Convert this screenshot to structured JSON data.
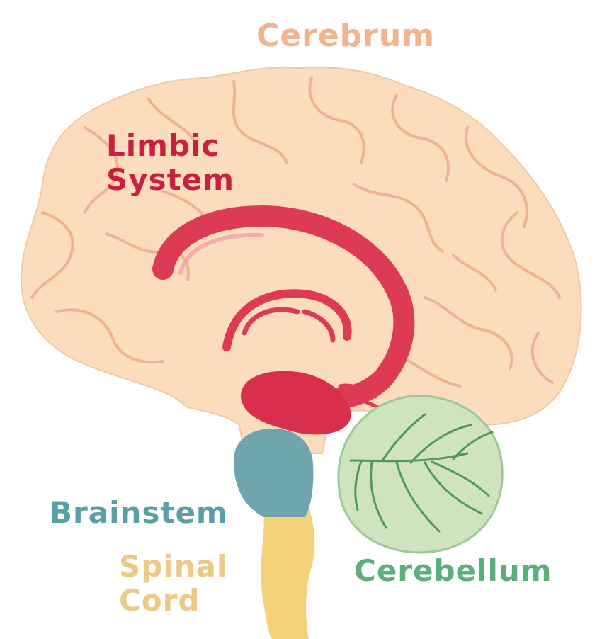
{
  "labels": {
    "cerebrum": {
      "text": "Cerebrum",
      "color": "#f2b48c"
    },
    "limbic": {
      "line1": "Limbic",
      "line2": "System",
      "color": "#c8203f"
    },
    "brainstem": {
      "text": "Brainstem",
      "color": "#5a9ea6"
    },
    "spinal": {
      "line1": "Spinal",
      "line2": "Cord",
      "color": "#ecc987"
    },
    "cerebellum": {
      "text": "Cerebellum",
      "color": "#5cae7a"
    }
  },
  "colors": {
    "cerebrum_fill": "#fbdcbc",
    "cerebrum_fold": "#e9a981",
    "limbic_fill": "#dd3b55",
    "brainstem_fill": "#6fa6ad",
    "spinal_fill": "#f3d27a",
    "cerebellum_fill": "#cfe3bf",
    "cerebellum_vein": "#4f9a57"
  }
}
